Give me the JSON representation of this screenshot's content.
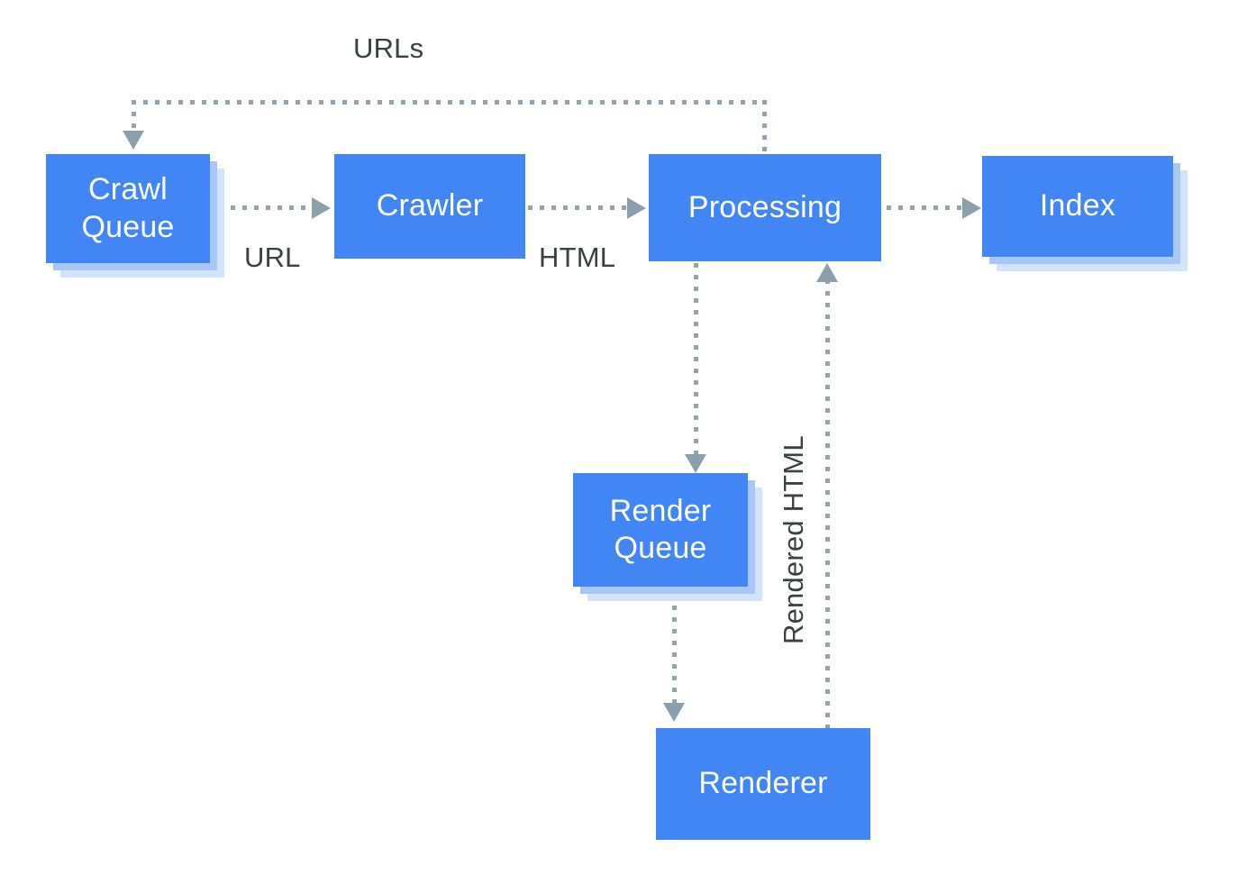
{
  "diagram": {
    "title_text_present": false,
    "palette": {
      "node_fill": "#4285f4",
      "node_shadow_mid": "#a8c7f5",
      "node_shadow_outer": "#d2e3fc",
      "node_text": "#ffffff",
      "edge_label_text": "#3c4043",
      "connector": "#90a4ae",
      "arrowhead": "#8ba0ab",
      "background": "#ffffff"
    },
    "nodes": [
      {
        "id": "crawl-queue",
        "label": "Crawl\nQueue",
        "stacked": true
      },
      {
        "id": "crawler",
        "label": "Crawler",
        "stacked": false
      },
      {
        "id": "processing",
        "label": "Processing",
        "stacked": false
      },
      {
        "id": "index",
        "label": "Index",
        "stacked": true
      },
      {
        "id": "render-queue",
        "label": "Render\nQueue",
        "stacked": true
      },
      {
        "id": "renderer",
        "label": "Renderer",
        "stacked": false
      }
    ],
    "edges": [
      {
        "id": "crawl-queue-to-crawler",
        "label": "URL",
        "from": "crawl-queue",
        "to": "crawler",
        "style": "dotted",
        "direction": "right"
      },
      {
        "id": "crawler-to-processing",
        "label": "HTML",
        "from": "crawler",
        "to": "processing",
        "style": "dotted",
        "direction": "right"
      },
      {
        "id": "processing-to-index",
        "label": "",
        "from": "processing",
        "to": "index",
        "style": "dotted",
        "direction": "right"
      },
      {
        "id": "processing-to-crawl-queue",
        "label": "URLs",
        "from": "processing",
        "to": "crawl-queue",
        "style": "dotted",
        "direction": "feedback-up-left-down"
      },
      {
        "id": "processing-to-render-queue",
        "label": "",
        "from": "processing",
        "to": "render-queue",
        "style": "dotted",
        "direction": "down"
      },
      {
        "id": "render-queue-to-renderer",
        "label": "",
        "from": "render-queue",
        "to": "renderer",
        "style": "dotted",
        "direction": "down"
      },
      {
        "id": "renderer-to-processing",
        "label": "Rendered HTML",
        "from": "renderer",
        "to": "processing",
        "style": "dotted",
        "direction": "up"
      }
    ],
    "labels": {
      "urls": "URLs",
      "url": "URL",
      "html": "HTML",
      "rendered_html": "Rendered HTML"
    }
  }
}
